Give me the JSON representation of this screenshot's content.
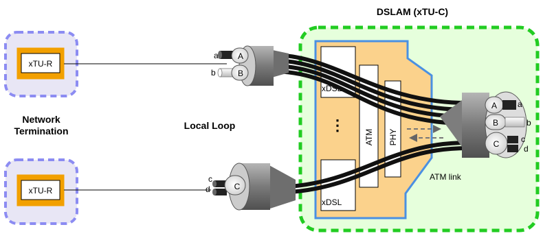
{
  "dslam": {
    "title": "DSLAM (xTU-C)"
  },
  "nt": {
    "label_line1": "Network",
    "label_line2": "Termination",
    "top_box": "xTU-R",
    "bottom_box": "xTU-R"
  },
  "loop": {
    "label": "Local Loop"
  },
  "line_card": {
    "top_xdsl": "xDSL",
    "bottom_xdsl": "xDSL",
    "ellipsis": "⋮",
    "atm": "ATM",
    "phy": "PHY"
  },
  "cables": {
    "left_top": {
      "plugs": [
        "A",
        "B"
      ],
      "pins": [
        "a",
        "b"
      ]
    },
    "left_bottom": {
      "plugs": [
        "C"
      ],
      "pins": [
        "c",
        "d"
      ]
    },
    "right": {
      "plugs": [
        "A",
        "B",
        "C"
      ],
      "pins": [
        "a",
        "b",
        "c",
        "d"
      ]
    }
  },
  "atm_link": {
    "label": "ATM link"
  },
  "colors": {
    "green_dash": "#22cc22",
    "green_fill": "#e6ffdc",
    "purple_dash": "#8c8cf2",
    "purple_fill": "#e8e6f5",
    "orange": "#f2a000",
    "card_fill": "#fbd28c",
    "card_border": "#4a90e2",
    "cable_gray": "#8c8c8c"
  }
}
